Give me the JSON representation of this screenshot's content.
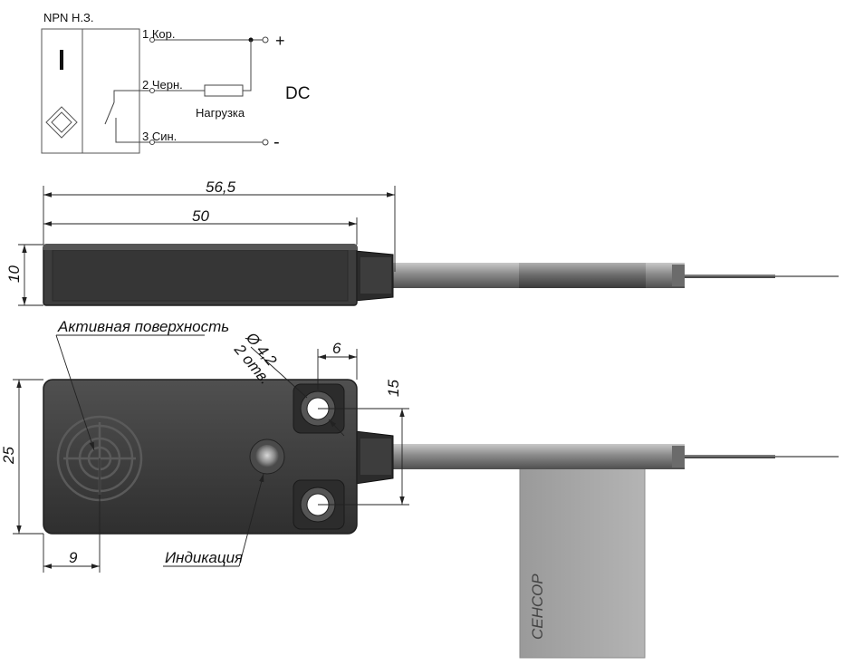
{
  "schematic": {
    "type_label": "NPN  Н.З.",
    "pin1": "1 Кор.",
    "pin2": "2 Черн.",
    "pin3": "3 Син.",
    "load": "Нагрузка",
    "current": "DC",
    "plus": "+",
    "minus": "-"
  },
  "dimensions": {
    "total_length": "56,5",
    "body_length": "50",
    "thickness": "10",
    "width": "25",
    "hole_offset": "6",
    "hole_spacing": "15",
    "hole_diameter": "Ø 4,2",
    "hole_count": "2 отв.",
    "active_offset": "9"
  },
  "labels": {
    "active_surface": "Активная поверхность",
    "indication": "Индикация",
    "tag": "СЕНСОР"
  },
  "colors": {
    "body": "#3d3d3d",
    "body_edge": "#1f1f1f",
    "cable": "#8a8a8a",
    "tag": "#a6a6a6"
  }
}
